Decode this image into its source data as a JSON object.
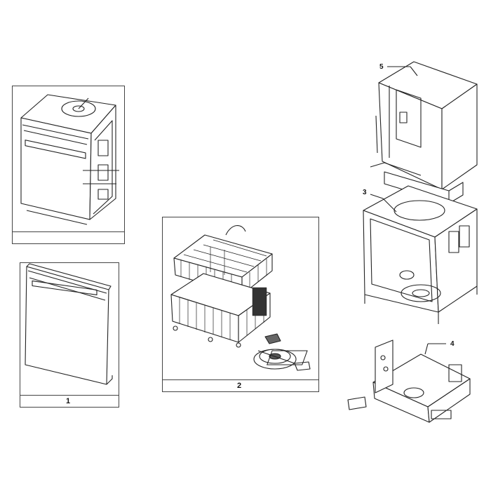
{
  "diagram": {
    "panels": [
      {
        "id": "panel-assembled-dishwasher",
        "label": ""
      },
      {
        "id": "panel-door",
        "label": "1"
      },
      {
        "id": "panel-racks",
        "label": "2"
      }
    ],
    "callouts": [
      {
        "id": "callout-5",
        "label": "5"
      },
      {
        "id": "callout-3",
        "label": "3"
      },
      {
        "id": "callout-4",
        "label": "4"
      }
    ]
  }
}
